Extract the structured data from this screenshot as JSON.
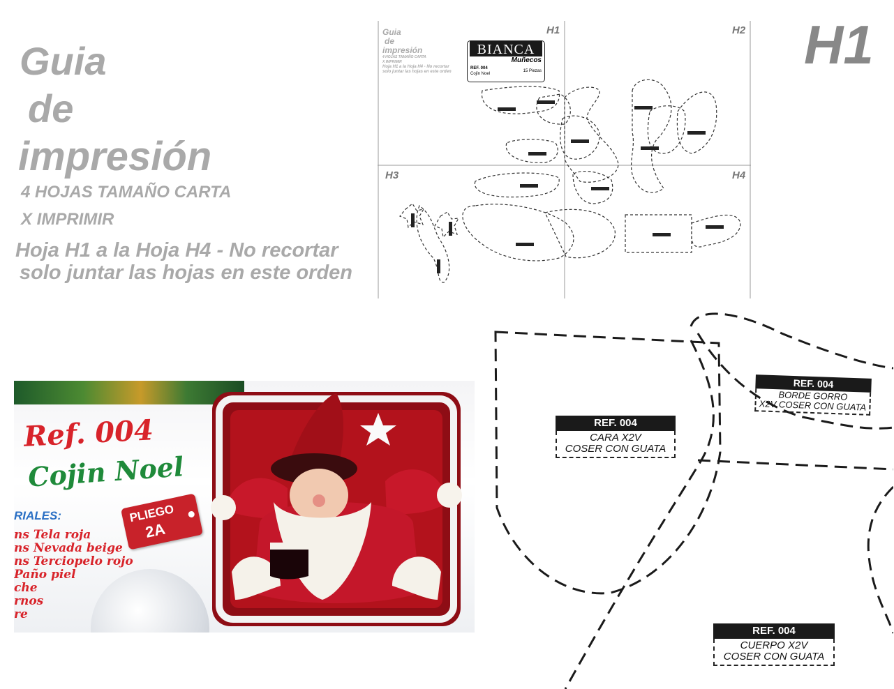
{
  "guide": {
    "title_1": "Guia",
    "title_2": "de",
    "title_3": "impresión",
    "sub_1": "4 HOJAS TAMAÑO CARTA",
    "sub_2": "X IMPRIMIR",
    "note_1": "Hoja H1 a la Hoja H4 - No recortar",
    "note_2": "solo juntar las hojas en este orden"
  },
  "sheet_code": "H1",
  "mini_map": {
    "title_1": "Guia",
    "title_2": "de",
    "title_3": "impresión",
    "sub_1": "4 HOJAS TAMAÑO CARTA",
    "sub_2": "X IMPRIMIR",
    "note_1": "Hoja H1 a la Hoja H4 - No recortar",
    "note_2": "solo juntar las hojas en este orden",
    "quadrants": [
      "H1",
      "H2",
      "H3",
      "H4"
    ],
    "brand_1": "BIANCA",
    "brand_2": "Muñecos",
    "ref": "REF. 004",
    "product": "Cojín Noel",
    "pieces": "15 Piezas"
  },
  "photo": {
    "ref": "Ref. 004",
    "name": "Cojin Noel",
    "materials_heading": "RIALES:",
    "materials": [
      "ns Tela roja",
      "ns Nevada beige",
      "ns Terciopelo rojo",
      "Paño piel",
      "che",
      "rnos",
      "re"
    ],
    "pliego_1": "PLIEGO",
    "pliego_2": "2A"
  },
  "pattern_labels": {
    "cara": {
      "ref": "REF. 004",
      "line_1": "CARA X2V",
      "line_2": "COSER CON GUATA"
    },
    "borde": {
      "ref": "REF. 004",
      "line_1": "BORDE GORRO",
      "line_2": "X2V COSER CON GUATA"
    },
    "cuerpo": {
      "ref": "REF. 004",
      "line_1": "CUERPO X2V",
      "line_2": "COSER CON GUATA"
    }
  },
  "colors": {
    "guide_gray": "#a9a9a9",
    "santa_red": "#b3121c",
    "title_red": "#d8232a",
    "title_green": "#1f8a3a"
  }
}
